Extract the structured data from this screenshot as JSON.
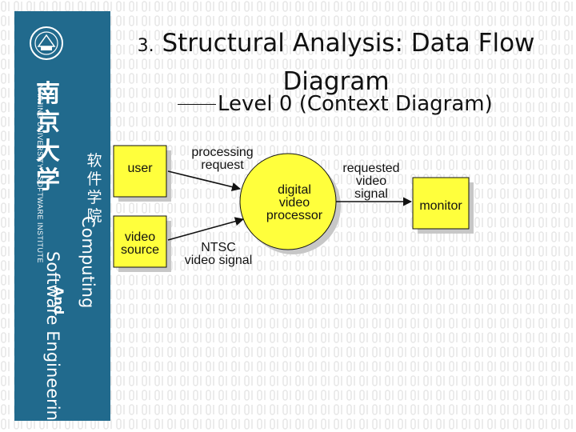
{
  "slide": {
    "number": "3.",
    "title": "Structural Analysis: Data Flow Diagram",
    "subtitle": "Level 0 (Context Diagram)"
  },
  "sidebar": {
    "university_en": "NANJING UNIVERSITY · SOFTWARE INSTITUTE",
    "university_cn": "南京大学",
    "school_cn": "软件学院",
    "tagline": {
      "line1": "Computing",
      "line2": "And",
      "line3": "Software Engineering"
    }
  },
  "diagram": {
    "entities": {
      "user": "user",
      "video_source": "video\nsource",
      "monitor": "monitor"
    },
    "process": "digital\nvideo\nprocessor",
    "flows": {
      "processing_request": "processing\nrequest",
      "ntsc_video_signal": "NTSC\nvideo signal",
      "requested_video_signal": "requested\nvideo\nsignal"
    }
  },
  "colors": {
    "sidebar": "#216a8d",
    "entity_fill": "#ffff3c",
    "process_fill": "#ffff3c",
    "shadow": "#c7c7c7",
    "background_pattern": "#e6e6e6"
  }
}
